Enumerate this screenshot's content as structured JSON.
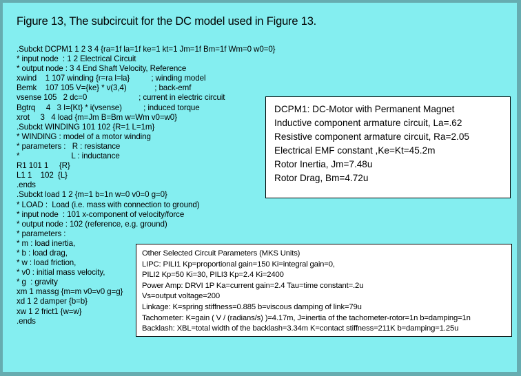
{
  "title": "Figure 13, The subcircuit for the DC model used in Figure 13.",
  "code_lines": [
    ".Subckt DCPM1 1 2 3 4 {ra=1f la=1f ke=1 kt=1 Jm=1f Bm=1f Wm=0 w0=0}",
    "* input node  : 1 2 Electrical Circuit",
    "* output node : 3 4 End Shaft Velocity, Reference",
    "xwind    1 107 winding {r=ra l=la}          ; winding model",
    "Bemk    107 105 V={ke} * v(3,4)             ; back-emf",
    "vsense 105   2 dc=0                        ; current in electric circuit",
    "Bgtrq     4   3 I={Kt} * i(vsense)          ; induced torque",
    "xrot     3   4 load {m=Jm B=Bm w=Wm v0=w0}",
    ".Subckt WINDING 101 102 {R=1 L=1m}",
    "* WINDING : model of a motor winding",
    "* parameters :   R : resistance",
    "*                        L : inductance",
    "R1 101 1     {R}",
    "L1 1    102  {L}",
    ".ends",
    ".Subckt load 1 2 {m=1 b=1n w=0 v0=0 g=0}",
    "* LOAD :  Load (i.e. mass with connection to ground)",
    "* input node  : 101 x-component of velocity/force",
    "* output node : 102 (reference, e.g. ground)",
    "* parameters :",
    "* m : load inertia,",
    "* b : load drag,",
    "* w : load friction,",
    "* v0 : initial mass velocity,",
    "* g  : gravity",
    "xm 1 massg {m=m v0=v0 g=g}",
    "xd 1 2 damper {b=b}",
    "xw 1 2 frict1 {w=w}",
    ".ends"
  ],
  "motor_box": [
    "DCPM1: DC-Motor with Permanent Magnet",
    "Inductive component armature circuit, La=.62",
    "Resistive component armature circuit, Ra=2.05",
    "Electrical EMF constant ,Ke=Kt=45.2m",
    "Rotor Inertia, Jm=7.48u",
    "Rotor Drag, Bm=4.72u"
  ],
  "params_box": [
    "Other Selected Circuit Parameters (MKS Units)",
    "LIPC: PILI1 Kp=proportional gain=150  Ki=integral gain=0,",
    "PILI2 Kp=50  Ki=30, PILI3 Kp=2.4 Ki=2400",
    "Power Amp: DRVI 1P Ka=current gain=2.4  Tau=time constant=.2u",
    "Vs=output voltage=200",
    "Linkage: K=spring stiffness=0.885 b=viscous damping of link=79u",
    "Tachometer: K=gain ( V / (radians/s) )=4.17m, J=inertia of the tachometer-rotor=1n   b=damping=1n",
    "Backlash: XBL=total width of the backlash=3.34m K=contact stiffness=211K  b=damping=1.25u"
  ]
}
